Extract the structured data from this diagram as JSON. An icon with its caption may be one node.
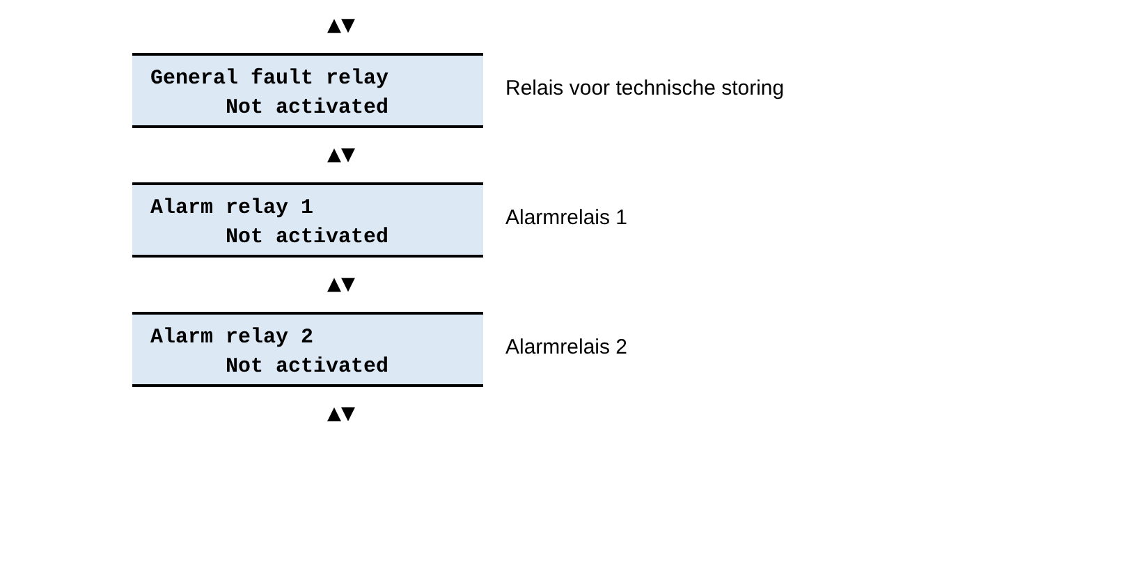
{
  "diagram": {
    "nodes": [
      {
        "text": [
          "General fault relay",
          "Not activated"
        ],
        "beside": [
          "Relais voor technische storing"
        ]
      },
      {
        "text": [
          "Alarm relay 1",
          "Not activated"
        ],
        "beside": [
          "Alarmrelais 1"
        ]
      },
      {
        "text": [
          "Alarm relay 2",
          "Not activated"
        ],
        "beside": [
          "Alarmrelais 2"
        ]
      }
    ],
    "labels": [
      "▲▼",
      "▲▼",
      "▲▼",
      "▲▼"
    ]
  }
}
